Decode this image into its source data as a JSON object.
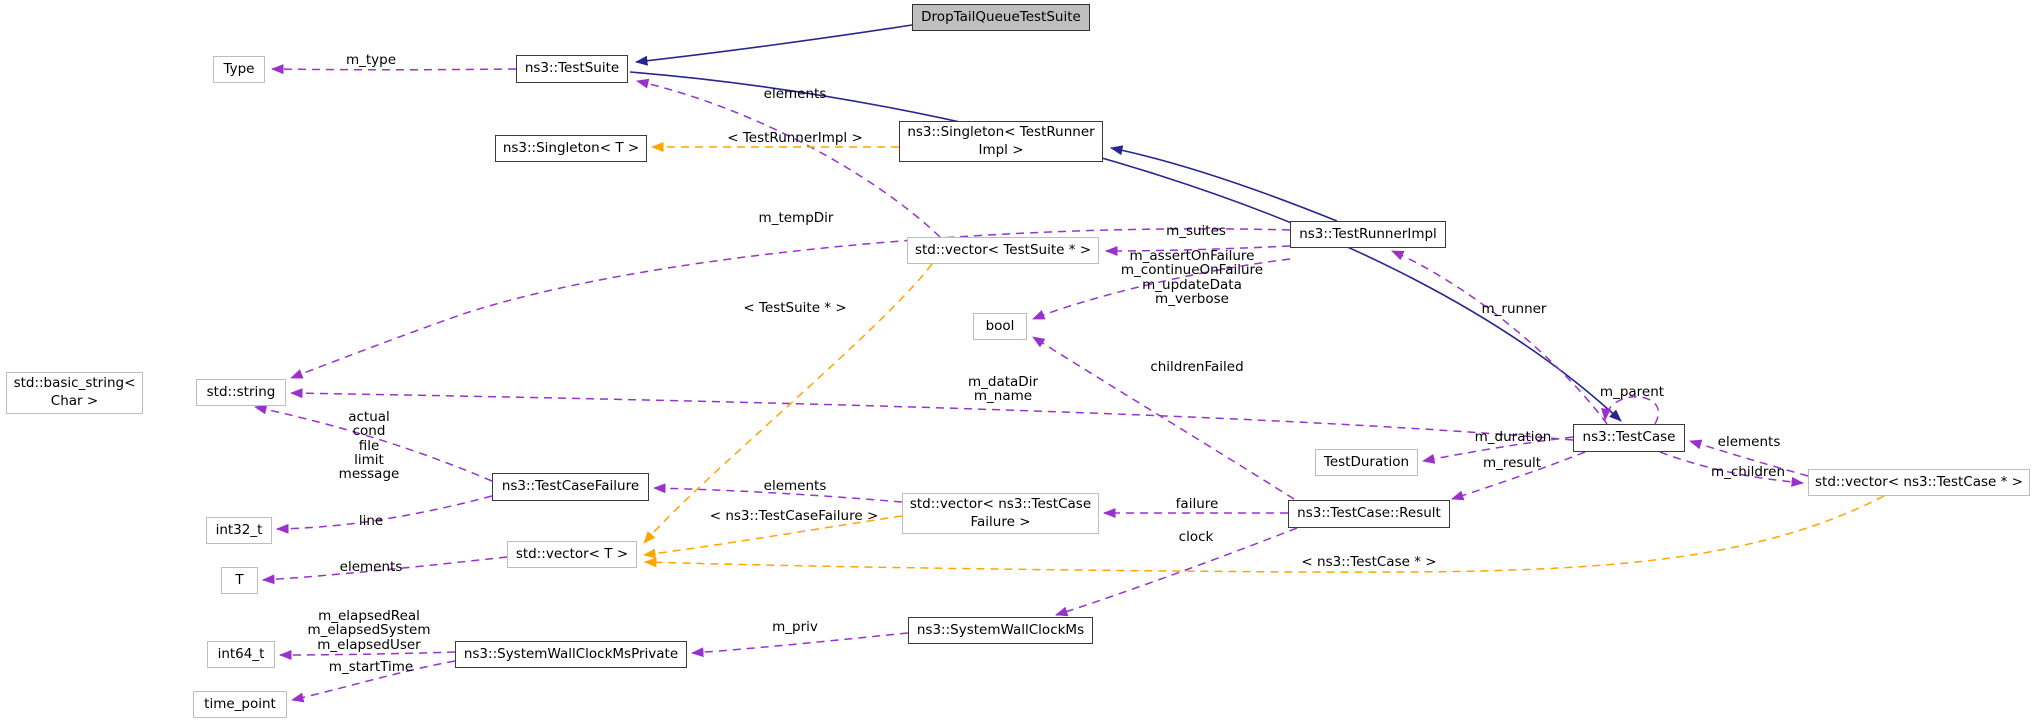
{
  "diagram": {
    "kind": "collaboration-graph",
    "focus_class": "DropTailQueueTestSuite",
    "colors": {
      "inheritance_edge": "#26268f",
      "member_edge": "#9932cc",
      "template_edge": "#ffa500",
      "focus_node_fill": "#bfbfbf",
      "node_fill": "#ffffff",
      "node_border_dark": "#3a3a3a",
      "node_border_light": "#bdbdbd"
    }
  },
  "nodes": {
    "droptail": {
      "label": "DropTailQueueTestSuite"
    },
    "type": {
      "label": "Type"
    },
    "testsuite": {
      "label": "ns3::TestSuite"
    },
    "singleton_t": {
      "label": "ns3::Singleton< T >"
    },
    "singleton_tri": {
      "lines": [
        "ns3::Singleton< TestRunner",
        "Impl >"
      ]
    },
    "vec_testsuite": {
      "label": "std::vector< TestSuite * >"
    },
    "testrunnerimpl": {
      "label": "ns3::TestRunnerImpl"
    },
    "bool": {
      "label": "bool"
    },
    "basic_string": {
      "lines": [
        "std::basic_string<",
        "Char >"
      ]
    },
    "std_string": {
      "label": "std::string"
    },
    "testcasefailure": {
      "label": "ns3::TestCaseFailure"
    },
    "int32": {
      "label": "int32_t"
    },
    "vec_t": {
      "label": "std::vector< T >"
    },
    "t": {
      "label": "T"
    },
    "vec_tcf": {
      "lines": [
        "std::vector< ns3::TestCase",
        "Failure >"
      ]
    },
    "result": {
      "label": "ns3::TestCase::Result"
    },
    "testduration": {
      "label": "TestDuration"
    },
    "testcase": {
      "label": "ns3::TestCase"
    },
    "vec_tc": {
      "label": "std::vector< ns3::TestCase * >"
    },
    "swcm": {
      "label": "ns3::SystemWallClockMs"
    },
    "swcmp": {
      "label": "ns3::SystemWallClockMsPrivate"
    },
    "int64": {
      "label": "int64_t"
    },
    "time_point": {
      "label": "time_point"
    }
  },
  "edge_labels": {
    "m_type": "m_type",
    "elements_suites": "elements",
    "tpl_testrunnerimpl": "< TestRunnerImpl >",
    "m_tempDir": "m_tempDir",
    "m_suites": "m_suites",
    "runner_flags": [
      "m_assertOnFailure",
      "m_continueOnFailure",
      "m_updateData",
      "m_verbose"
    ],
    "tpl_testsuite": "< TestSuite * >",
    "m_runner": "m_runner",
    "childrenFailed": "childrenFailed",
    "testcase_strings": [
      "m_dataDir",
      "m_name"
    ],
    "m_parent": "m_parent",
    "failure_fields": [
      "actual",
      "cond",
      "file",
      "limit",
      "message"
    ],
    "m_duration": "m_duration",
    "elements_cases": "elements",
    "m_result": "m_result",
    "m_children": "m_children",
    "elements_failures": "elements",
    "failure": "failure",
    "line": "line",
    "tpl_testcasefailure": "< ns3::TestCaseFailure >",
    "clock": "clock",
    "tpl_testcase": "< ns3::TestCase * >",
    "elements_t": "elements",
    "elapsed_fields": [
      "m_elapsedReal",
      "m_elapsedSystem",
      "m_elapsedUser"
    ],
    "m_priv": "m_priv",
    "m_startTime": "m_startTime"
  }
}
